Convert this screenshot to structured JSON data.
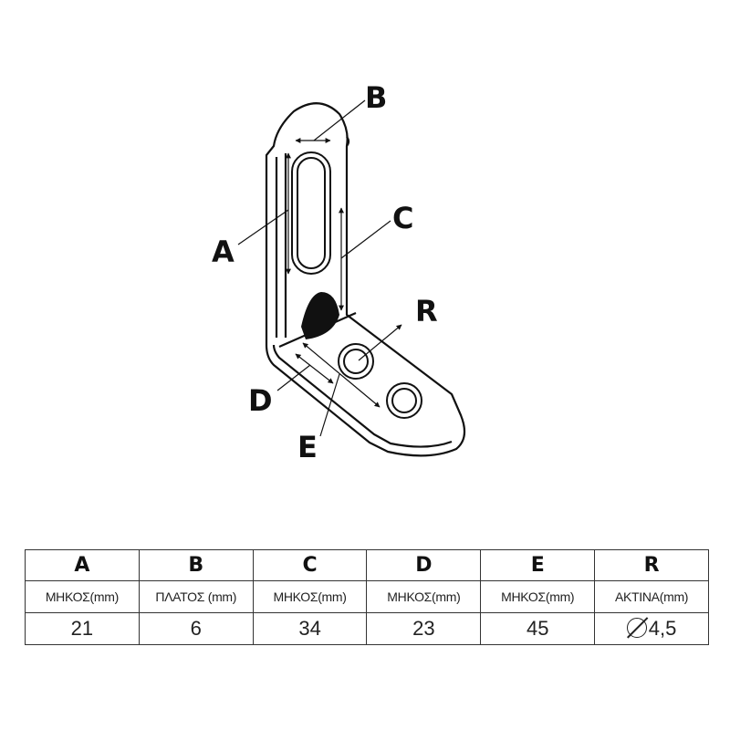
{
  "diagram": {
    "callouts": [
      {
        "id": "A",
        "label": "A"
      },
      {
        "id": "B",
        "label": "B"
      },
      {
        "id": "C",
        "label": "C"
      },
      {
        "id": "D",
        "label": "D"
      },
      {
        "id": "E",
        "label": "E"
      },
      {
        "id": "R",
        "label": "R"
      }
    ]
  },
  "table": {
    "columns": [
      {
        "letter": "A",
        "unit": "ΜΗΚΟΣ(mm)",
        "value": "21"
      },
      {
        "letter": "B",
        "unit": "ΠΛΑΤΟΣ (mm)",
        "value": "6"
      },
      {
        "letter": "C",
        "unit": "ΜΗΚΟΣ(mm)",
        "value": "34"
      },
      {
        "letter": "D",
        "unit": "ΜΗΚΟΣ(mm)",
        "value": "23"
      },
      {
        "letter": "E",
        "unit": "ΜΗΚΟΣ(mm)",
        "value": "45"
      },
      {
        "letter": "R",
        "unit": "ΑΚΤΙΝΑ(mm)",
        "value": "4,5",
        "symbol": "diameter-symbol"
      }
    ]
  }
}
